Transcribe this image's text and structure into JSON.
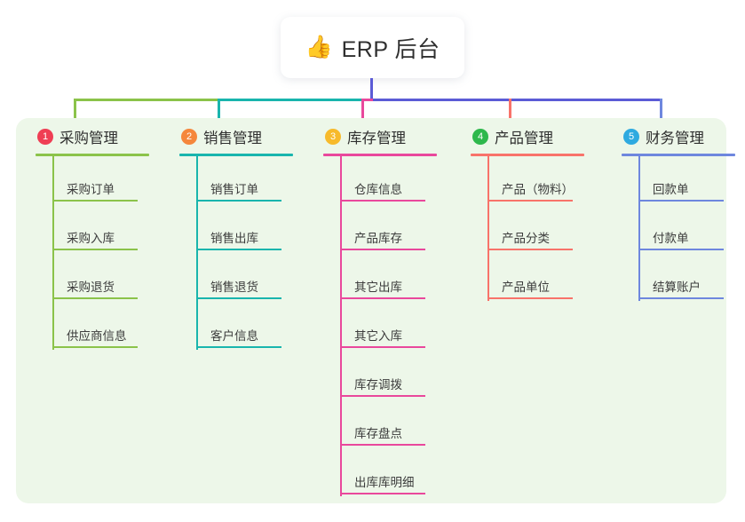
{
  "root": {
    "icon": "thumbs-up-icon",
    "icon_glyph": "👍",
    "title": "ERP 后台"
  },
  "panel": {
    "background_color": "#edf7e9"
  },
  "connector": {
    "stem_color": "#5b5bd6",
    "bar_right_color": "#5b5bd6"
  },
  "columns": [
    {
      "number": "1",
      "title": "采购管理",
      "badge_color": "#ef3e54",
      "accent_color": "#8bc34a",
      "items": [
        {
          "label": "采购订单"
        },
        {
          "label": "采购入库"
        },
        {
          "label": "采购退货"
        },
        {
          "label": "供应商信息"
        }
      ]
    },
    {
      "number": "2",
      "title": "销售管理",
      "badge_color": "#f5873c",
      "accent_color": "#19b5ad",
      "items": [
        {
          "label": "销售订单"
        },
        {
          "label": "销售出库"
        },
        {
          "label": "销售退货"
        },
        {
          "label": "客户信息"
        }
      ]
    },
    {
      "number": "3",
      "title": "库存管理",
      "badge_color": "#f7ba2b",
      "accent_color": "#e9489c",
      "items": [
        {
          "label": "仓库信息"
        },
        {
          "label": "产品库存"
        },
        {
          "label": "其它出库"
        },
        {
          "label": "其它入库"
        },
        {
          "label": "库存调拨"
        },
        {
          "label": "库存盘点"
        },
        {
          "label": "出库库明细"
        }
      ]
    },
    {
      "number": "4",
      "title": "产品管理",
      "badge_color": "#2eb84c",
      "accent_color": "#f8736a",
      "items": [
        {
          "label": "产品（物料）"
        },
        {
          "label": "产品分类"
        },
        {
          "label": "产品单位"
        }
      ]
    },
    {
      "number": "5",
      "title": "财务管理",
      "badge_color": "#2eaae0",
      "accent_color": "#6e87de",
      "items": [
        {
          "label": "回款单"
        },
        {
          "label": "付款单"
        },
        {
          "label": "结算账户"
        }
      ]
    }
  ]
}
